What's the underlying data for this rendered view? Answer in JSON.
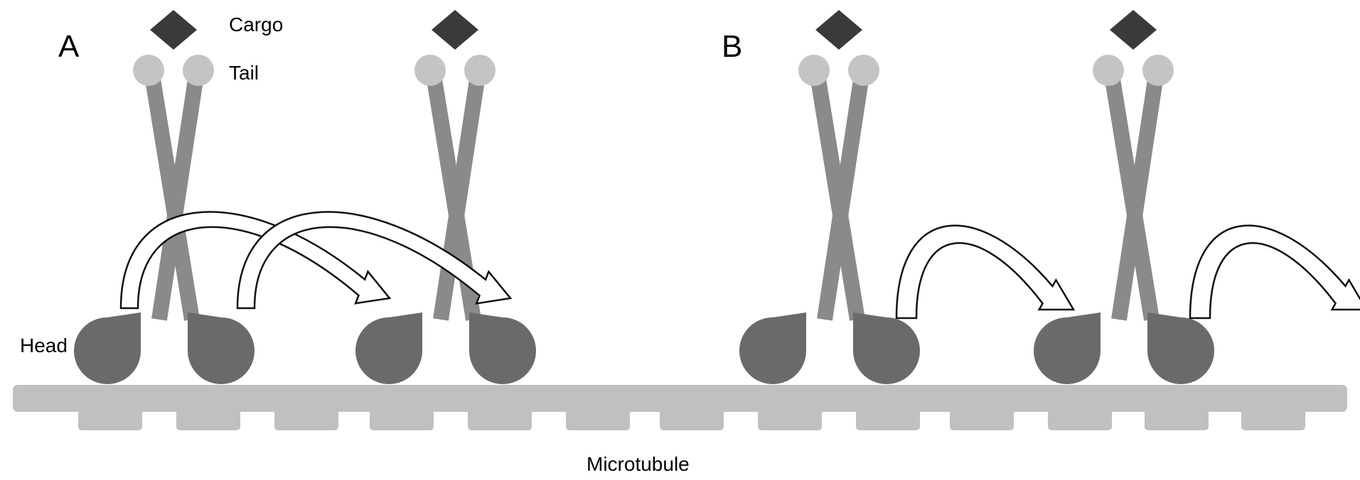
{
  "panels": {
    "a": "A",
    "b": "B"
  },
  "labels": {
    "cargo": "Cargo",
    "tail": "Tail",
    "head": "Head",
    "microtubule": "Microtubule"
  },
  "colors": {
    "cargo": "#3a3a3a",
    "tail": "#c4c4c4",
    "stalk": "#8a8a8a",
    "head": "#6a6a6a",
    "microtubule": "#c0c0c0",
    "arrow_fill": "#ffffff",
    "arrow_stroke": "#111111"
  },
  "motors": [
    {
      "panel": "A",
      "step": 1
    },
    {
      "panel": "A",
      "step": 2
    },
    {
      "panel": "B",
      "step": 1
    },
    {
      "panel": "B",
      "step": 2
    }
  ],
  "arrows": [
    {
      "panel": "A",
      "type": "hand-over-hand"
    },
    {
      "panel": "A",
      "type": "hand-over-hand"
    },
    {
      "panel": "B",
      "type": "inchworm"
    },
    {
      "panel": "B",
      "type": "inchworm"
    }
  ]
}
